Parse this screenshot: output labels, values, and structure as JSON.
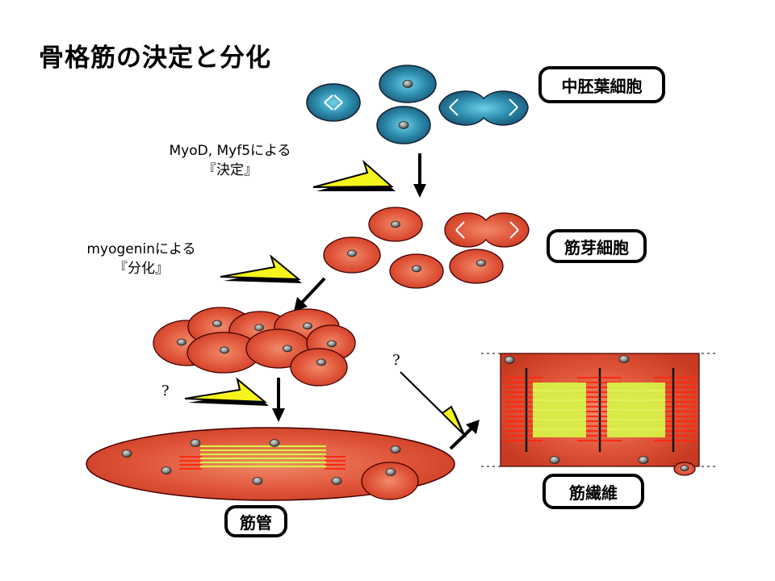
{
  "title": "骨格筋の決定と分化",
  "stage_labels": {
    "mesoderm": "中胚葉細胞",
    "myoblast": "筋芽細胞",
    "myotube": "筋管",
    "myofiber": "筋繊維"
  },
  "steps": {
    "determination_line1": "MyoD, Myf5による",
    "determination_line2": "『決定』",
    "differentiation_line1": "myogeninによる",
    "differentiation_line2": "『分化』",
    "unknown_1": "?",
    "unknown_2": "?"
  },
  "colors": {
    "mesoderm_cell": "#2f8fb0",
    "myoblast_cell": "#e0553a",
    "nucleus": "#8a8a8a",
    "flash_arrow": "#f5f51e",
    "myofibril_yellow": "#d8f04a",
    "myofibril_red": "#ff2a10"
  }
}
